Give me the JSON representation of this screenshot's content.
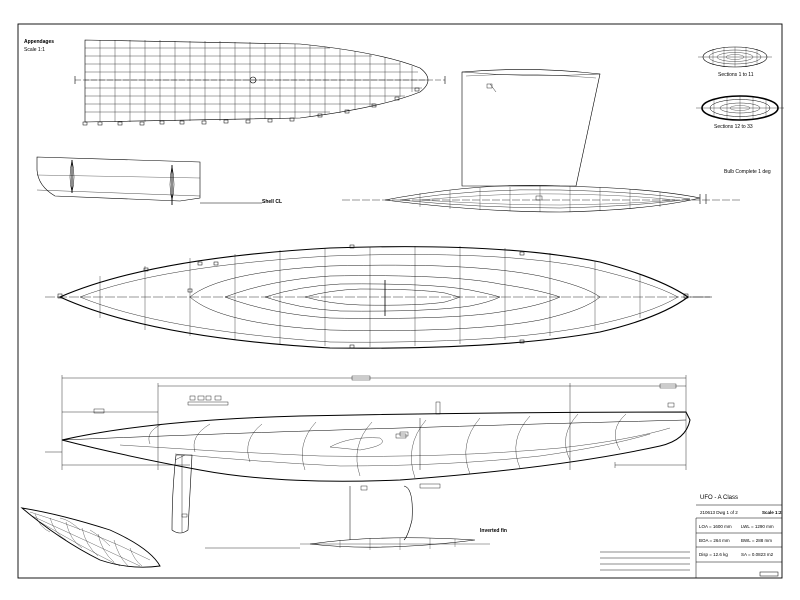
{
  "drawing": {
    "appendage_label": "Appendages",
    "appendage_scale": "Scale 1:1",
    "shell_label": "Shell CL",
    "section_label_1": "Sections 1 to 11",
    "section_label_2": "Sections 12 to 33",
    "bulb_label": "Bulb Complete 1 deg",
    "keel_fin_label": "Inverted fin"
  },
  "title_block": {
    "title": "UFO - A Class",
    "drawing_no": "210613  Dwg 1 of 2",
    "scale": "Scale 1:2",
    "loa": "LOA = 1600 mm",
    "lwl": "LWL = 1290 mm",
    "boa": "BOA = 264 mm",
    "bwl": "BWL = 288 mm",
    "displacement": "Disp = 12.6 kg",
    "sail_area": "SA = 0.0823 m2"
  }
}
